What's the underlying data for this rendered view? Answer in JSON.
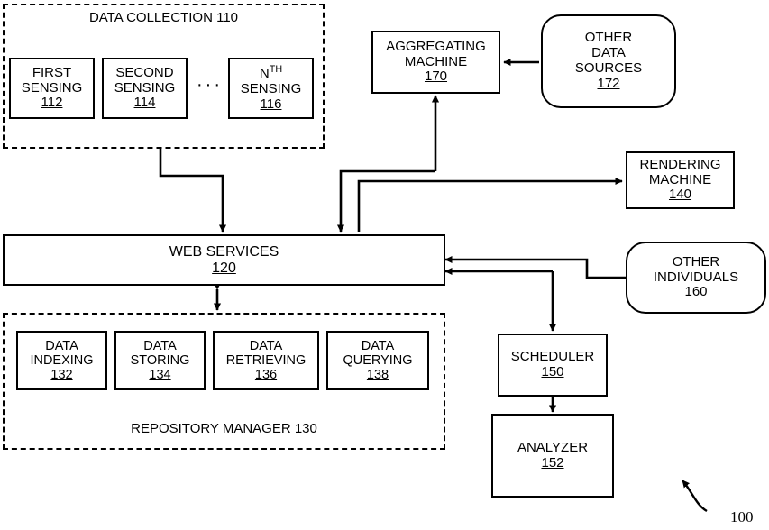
{
  "figure": {
    "reference_numeral": "100",
    "ellipsis": "···"
  },
  "groups": {
    "data_collection": {
      "title": "DATA COLLECTION",
      "ref": "110"
    },
    "repository_manager": {
      "title": "REPOSITORY MANAGER",
      "ref": "130"
    }
  },
  "nodes": {
    "first_sensing": {
      "line1": "FIRST",
      "line2": "SENSING",
      "ref": "112"
    },
    "second_sensing": {
      "line1": "SECOND",
      "line2": "SENSING",
      "ref": "114"
    },
    "nth_sensing": {
      "line1_pre": "N",
      "line1_sup": "TH",
      "line2": "SENSING",
      "ref": "116"
    },
    "aggregating_machine": {
      "line1": "AGGREGATING",
      "line2": "MACHINE",
      "ref": "170"
    },
    "other_data_sources": {
      "line1": "OTHER",
      "line2": "DATA",
      "line3": "SOURCES",
      "ref": "172"
    },
    "rendering_machine": {
      "line1": "RENDERING",
      "line2": "MACHINE",
      "ref": "140"
    },
    "web_services": {
      "line1": "WEB SERVICES",
      "ref": "120"
    },
    "other_individuals": {
      "line1": "OTHER",
      "line2": "INDIVIDUALS",
      "ref": "160"
    },
    "data_indexing": {
      "line1": "DATA",
      "line2": "INDEXING",
      "ref": "132"
    },
    "data_storing": {
      "line1": "DATA",
      "line2": "STORING",
      "ref": "134"
    },
    "data_retrieving": {
      "line1": "DATA",
      "line2": "RETRIEVING",
      "ref": "136"
    },
    "data_querying": {
      "line1": "DATA",
      "line2": "QUERYING",
      "ref": "138"
    },
    "scheduler": {
      "line1": "SCHEDULER",
      "ref": "150"
    },
    "analyzer": {
      "line1": "ANALYZER",
      "ref": "152"
    }
  },
  "colors": {
    "stroke": "#000000",
    "background": "#ffffff"
  }
}
